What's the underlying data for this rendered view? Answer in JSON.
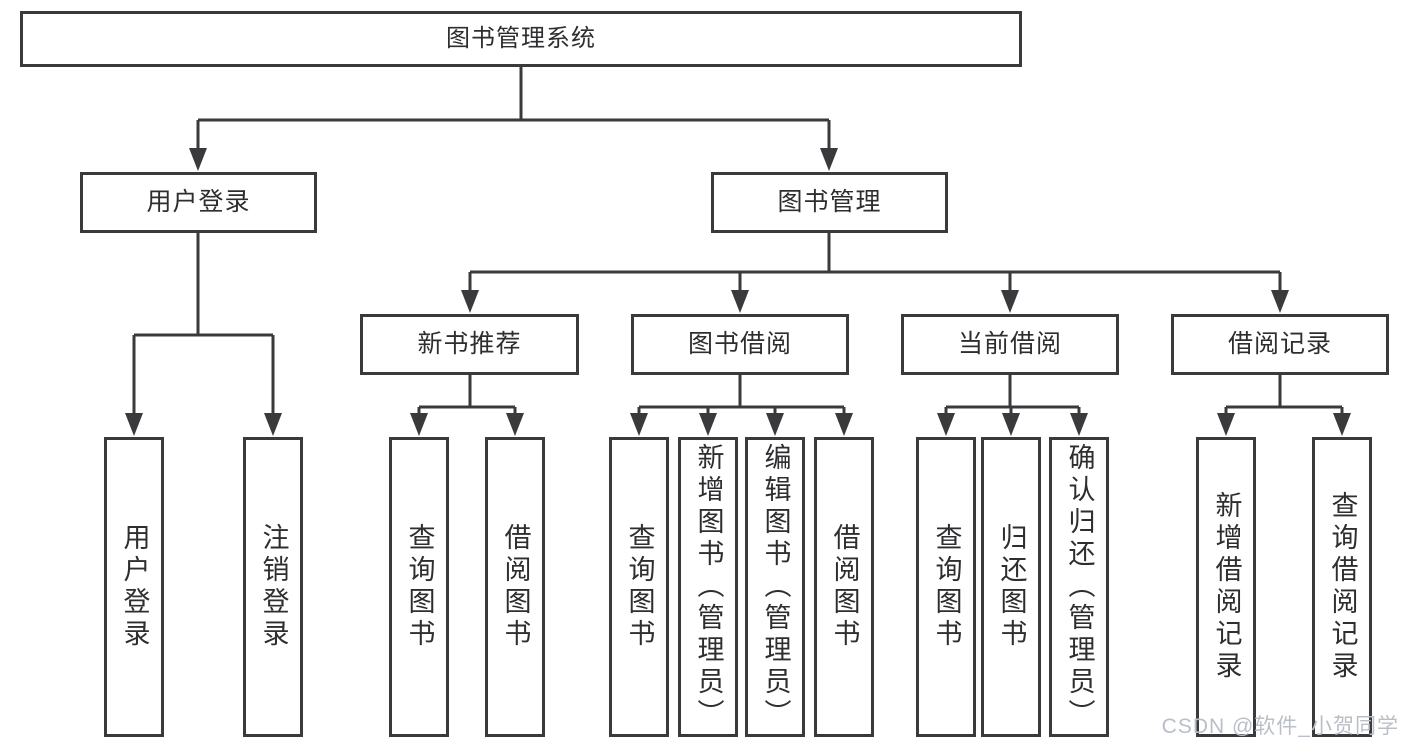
{
  "diagram_title": "图书管理系统",
  "colors": {
    "background": "#ffffff",
    "line": "#3a3a3c",
    "box_border": "#3a3a3c",
    "text": "#2e2e30",
    "watermark_text": "#b9bfc7"
  },
  "nodes": {
    "root": {
      "label": "图书管理系统"
    },
    "level2": [
      {
        "label": "用户登录",
        "parent": "图书管理系统"
      },
      {
        "label": "图书管理",
        "parent": "图书管理系统"
      }
    ],
    "level3": [
      {
        "label": "新书推荐",
        "parent": "图书管理"
      },
      {
        "label": "图书借阅",
        "parent": "图书管理"
      },
      {
        "label": "当前借阅",
        "parent": "图书管理"
      },
      {
        "label": "借阅记录",
        "parent": "图书管理"
      }
    ],
    "leaves": [
      {
        "label": "用户登录",
        "parent": "用户登录"
      },
      {
        "label": "注销登录",
        "parent": "用户登录"
      },
      {
        "label": "查询图书",
        "parent": "新书推荐"
      },
      {
        "label": "借阅图书",
        "parent": "新书推荐"
      },
      {
        "label": "查询图书",
        "parent": "图书借阅"
      },
      {
        "label": "新增图书（管理员）",
        "parent": "图书借阅"
      },
      {
        "label": "编辑图书（管理员）",
        "parent": "图书借阅"
      },
      {
        "label": "借阅图书",
        "parent": "图书借阅"
      },
      {
        "label": "查询图书",
        "parent": "当前借阅"
      },
      {
        "label": "归还图书",
        "parent": "当前借阅"
      },
      {
        "label": "确认归还（管理员）",
        "parent": "当前借阅"
      },
      {
        "label": "新增借阅记录",
        "parent": "借阅记录"
      },
      {
        "label": "查询借阅记录",
        "parent": "借阅记录"
      }
    ]
  },
  "watermark": {
    "text": "CSDN @软件_小贺同学"
  }
}
